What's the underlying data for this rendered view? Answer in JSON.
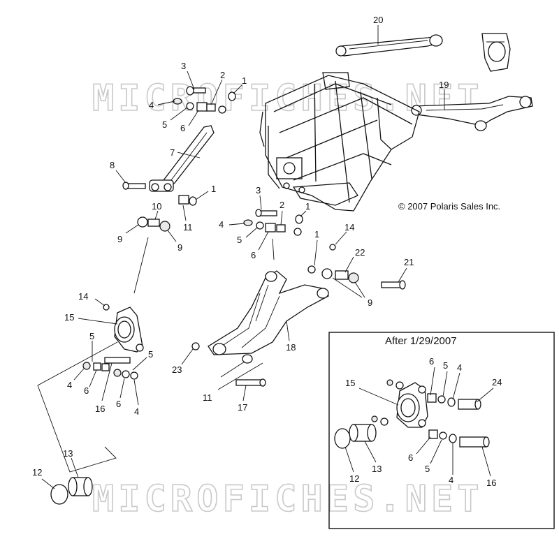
{
  "copyright": "© 2007 Polaris Sales Inc.",
  "watermark": "MICROFICHES.NET",
  "inset_title": "After 1/29/2007",
  "labels": [
    {
      "id": "l20",
      "text": "20"
    },
    {
      "id": "l19",
      "text": "19"
    },
    {
      "id": "l3a",
      "text": "3"
    },
    {
      "id": "l2a",
      "text": "2"
    },
    {
      "id": "l1a",
      "text": "1"
    },
    {
      "id": "l4a",
      "text": "4"
    },
    {
      "id": "l5a",
      "text": "5"
    },
    {
      "id": "l6a",
      "text": "6"
    },
    {
      "id": "l7",
      "text": "7"
    },
    {
      "id": "l8",
      "text": "8"
    },
    {
      "id": "l1b",
      "text": "1"
    },
    {
      "id": "l10",
      "text": "10"
    },
    {
      "id": "l11a",
      "text": "11"
    },
    {
      "id": "l9a",
      "text": "9"
    },
    {
      "id": "l9b",
      "text": "9"
    },
    {
      "id": "l3b",
      "text": "3"
    },
    {
      "id": "l2b",
      "text": "2"
    },
    {
      "id": "l1c",
      "text": "1"
    },
    {
      "id": "l4b",
      "text": "4"
    },
    {
      "id": "l5b",
      "text": "5"
    },
    {
      "id": "l6b",
      "text": "6"
    },
    {
      "id": "l1d",
      "text": "1"
    },
    {
      "id": "l14a",
      "text": "14"
    },
    {
      "id": "l22",
      "text": "22"
    },
    {
      "id": "l21",
      "text": "21"
    },
    {
      "id": "l9c",
      "text": "9"
    },
    {
      "id": "l14b",
      "text": "14"
    },
    {
      "id": "l15a",
      "text": "15"
    },
    {
      "id": "l5c",
      "text": "5"
    },
    {
      "id": "l5d",
      "text": "5"
    },
    {
      "id": "l4c",
      "text": "4"
    },
    {
      "id": "l6c",
      "text": "6"
    },
    {
      "id": "l16a",
      "text": "16"
    },
    {
      "id": "l6d",
      "text": "6"
    },
    {
      "id": "l4d",
      "text": "4"
    },
    {
      "id": "l18",
      "text": "18"
    },
    {
      "id": "l23",
      "text": "23"
    },
    {
      "id": "l11b",
      "text": "11"
    },
    {
      "id": "l17",
      "text": "17"
    },
    {
      "id": "l13a",
      "text": "13"
    },
    {
      "id": "l12a",
      "text": "12"
    },
    {
      "id": "l6e",
      "text": "6"
    },
    {
      "id": "l5e",
      "text": "5"
    },
    {
      "id": "l4e",
      "text": "4"
    },
    {
      "id": "l24",
      "text": "24"
    },
    {
      "id": "l15b",
      "text": "15"
    },
    {
      "id": "l6f",
      "text": "6"
    },
    {
      "id": "l5f",
      "text": "5"
    },
    {
      "id": "l4f",
      "text": "4"
    },
    {
      "id": "l12b",
      "text": "12"
    },
    {
      "id": "l13b",
      "text": "13"
    },
    {
      "id": "l16b",
      "text": "16"
    }
  ]
}
